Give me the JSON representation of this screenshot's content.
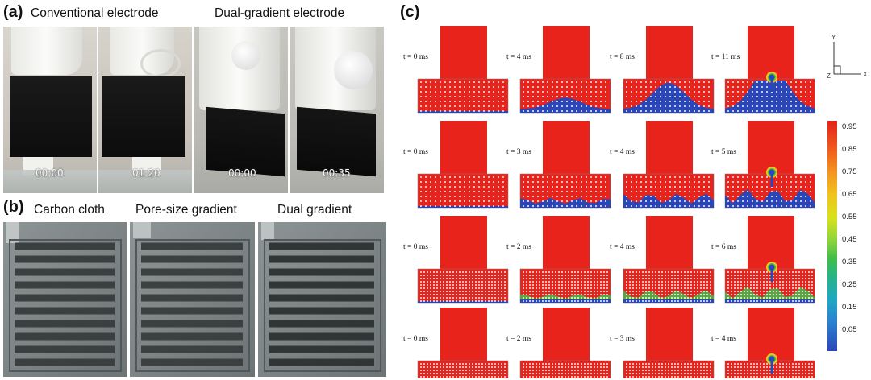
{
  "panel_a": {
    "letter": "(a)",
    "caption_left": "Conventional electrode",
    "caption_right": "Dual-gradient electrode",
    "timestamps": [
      "00:00",
      "01:20",
      "00:00",
      "00:35"
    ]
  },
  "panel_b": {
    "letter": "(b)",
    "captions": [
      "Carbon cloth",
      "Pore-size gradient",
      "Dual gradient"
    ]
  },
  "panel_c": {
    "letter": "(c)",
    "time_labels": [
      [
        "t = 0 ms",
        "t = 4 ms",
        "t = 8 ms",
        "t = 11 ms"
      ],
      [
        "t = 0 ms",
        "t = 3 ms",
        "t = 4 ms",
        "t = 5 ms"
      ],
      [
        "t = 0 ms",
        "t = 2 ms",
        "t = 4 ms",
        "t = 6 ms"
      ],
      [
        "t = 0 ms",
        "t = 2 ms",
        "t = 3 ms",
        "t = 4 ms"
      ]
    ],
    "axes": {
      "y": "Y",
      "z": "Z",
      "x": "X"
    },
    "colorbar_ticks": [
      "0.95",
      "0.85",
      "0.75",
      "0.65",
      "0.55",
      "0.45",
      "0.35",
      "0.25",
      "0.15",
      "0.05"
    ]
  },
  "colors": {
    "liquid": "#e8231c",
    "gas": "#2a46b8",
    "dot": "#ffffff"
  }
}
